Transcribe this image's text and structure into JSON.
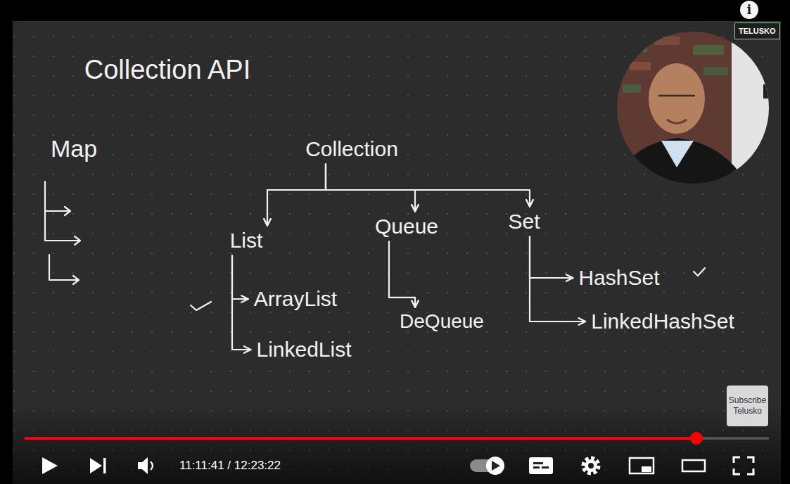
{
  "diagram": {
    "title": "Collection API",
    "nodes": [
      {
        "text": [
          "Map"
        ]
      },
      {
        "text": [
          "Collection"
        ]
      },
      {
        "text": [
          "List"
        ]
      },
      {
        "text": [
          "Queue"
        ]
      },
      {
        "text": [
          "Set"
        ]
      },
      {
        "text": [
          "ArrayList"
        ]
      },
      {
        "text": [
          "LinkedList"
        ]
      },
      {
        "text": [
          "DeQueue"
        ]
      },
      {
        "text": [
          "HashSet"
        ]
      },
      {
        "text": [
          "LinkedHashSet"
        ]
      }
    ],
    "edges": [
      {
        "from": 1,
        "to": 2,
        "arrow": "to"
      },
      {
        "from": 1,
        "to": 3,
        "arrow": "to"
      },
      {
        "from": 1,
        "to": 4,
        "arrow": "to"
      },
      {
        "from": 2,
        "to": 5,
        "arrow": "to"
      },
      {
        "from": 2,
        "to": 6,
        "arrow": "to"
      },
      {
        "from": 3,
        "to": 7,
        "arrow": "to"
      },
      {
        "from": 4,
        "to": 8,
        "arrow": "to"
      },
      {
        "from": 4,
        "to": 9,
        "arrow": "to"
      }
    ],
    "labels": [
      "i",
      "TELUSKO",
      "Subscribe Telusko",
      "11:11:41 / 12:23:22"
    ]
  }
}
